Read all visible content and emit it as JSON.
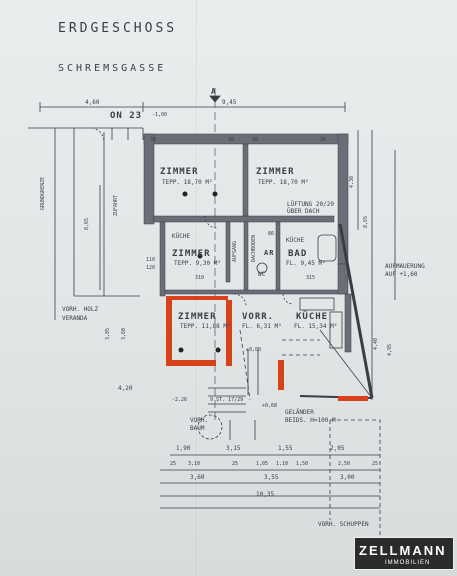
{
  "header": {
    "floor": "ERDGESCHOSS",
    "street": "SCHREMSGASSE",
    "house_no": "ON 23",
    "section_mark": "A"
  },
  "rooms": {
    "zimmer_nw": {
      "label": "ZIMMER",
      "area": "TEPP. 18,70 M²"
    },
    "zimmer_ne": {
      "label": "ZIMMER",
      "area": "TEPP. 18,70 M²"
    },
    "zimmer_mid": {
      "label": "ZIMMER",
      "area": "TEPP. 9,30 M²"
    },
    "zimmer_sw": {
      "label": "ZIMMER",
      "area": "TEPP. 11,88 M²"
    },
    "vorr": {
      "label": "VORR.",
      "area": "FL. 6,31 M²"
    },
    "kueche_s": {
      "label": "KÜCHE",
      "area": "FL. 15,34 M²"
    },
    "bad": {
      "label": "BAD",
      "area": "FL. 9,45 M²"
    },
    "kueche_small_1": "KÜCHE",
    "kueche_small_2": "KÜCHE",
    "wc": "WC",
    "ar": "AR",
    "aufgang": "AUFGANG",
    "dachboden": "DACHBODEN"
  },
  "notes": {
    "lueftung": "LÜFTUNG 20/20",
    "ueber_dach": "ÜBER DACH",
    "aufmauerung": "AUFMAUERUNG",
    "aufmauerung_val": "AUF +1,60",
    "veranda1": "VORH. HOLZ",
    "veranda2": "VERANDA",
    "grundgrenze": "GRUNDGRENZE",
    "zufahrt": "ZUFAHRT",
    "baum1": "VORH.",
    "baum2": "BAUM",
    "gelaender1": "GELÄNDER",
    "gelaender2": "BEIDS. H=100 M",
    "schuppen": "VORH. SCHUPPEN",
    "stufen": "9 ST. 17/29"
  },
  "dims": {
    "top_left": "4,60",
    "top_right": "9,45",
    "minus": "-1,00",
    "d30a": "30",
    "d30b": "30",
    "d30c": "30",
    "d30d": "30",
    "d110": "110",
    "d120": "120",
    "d310": "310",
    "d315": "315",
    "d86": "86",
    "d420": "4,20",
    "d385": "3,85",
    "d360": "3,60",
    "r430": "4,30",
    "r865": "8,65",
    "r440": "4,40",
    "r495": "4,95",
    "l865": "8,65",
    "b190": "1,90",
    "b315": "3,15",
    "b155": "1,55",
    "b205": "2,05",
    "b25a": "25",
    "b310": "3,10",
    "b25b": "25",
    "b105": "1,05",
    "b110": "1,10",
    "b150": "1,50",
    "b250": "2,50",
    "b25c": "25",
    "b360": "3,60",
    "b355": "3,55",
    "b300": "3,00",
    "b1035": "10,35",
    "level": "-2,26",
    "level2": "±0,00",
    "level3": "+0,68"
  },
  "brand": {
    "name": "ZELLMANN",
    "sub": "IMMOBILIEN"
  },
  "colors": {
    "line": "#3a3d44",
    "wall_fill": "#6b6e76",
    "new_wall": "#d8421a"
  }
}
